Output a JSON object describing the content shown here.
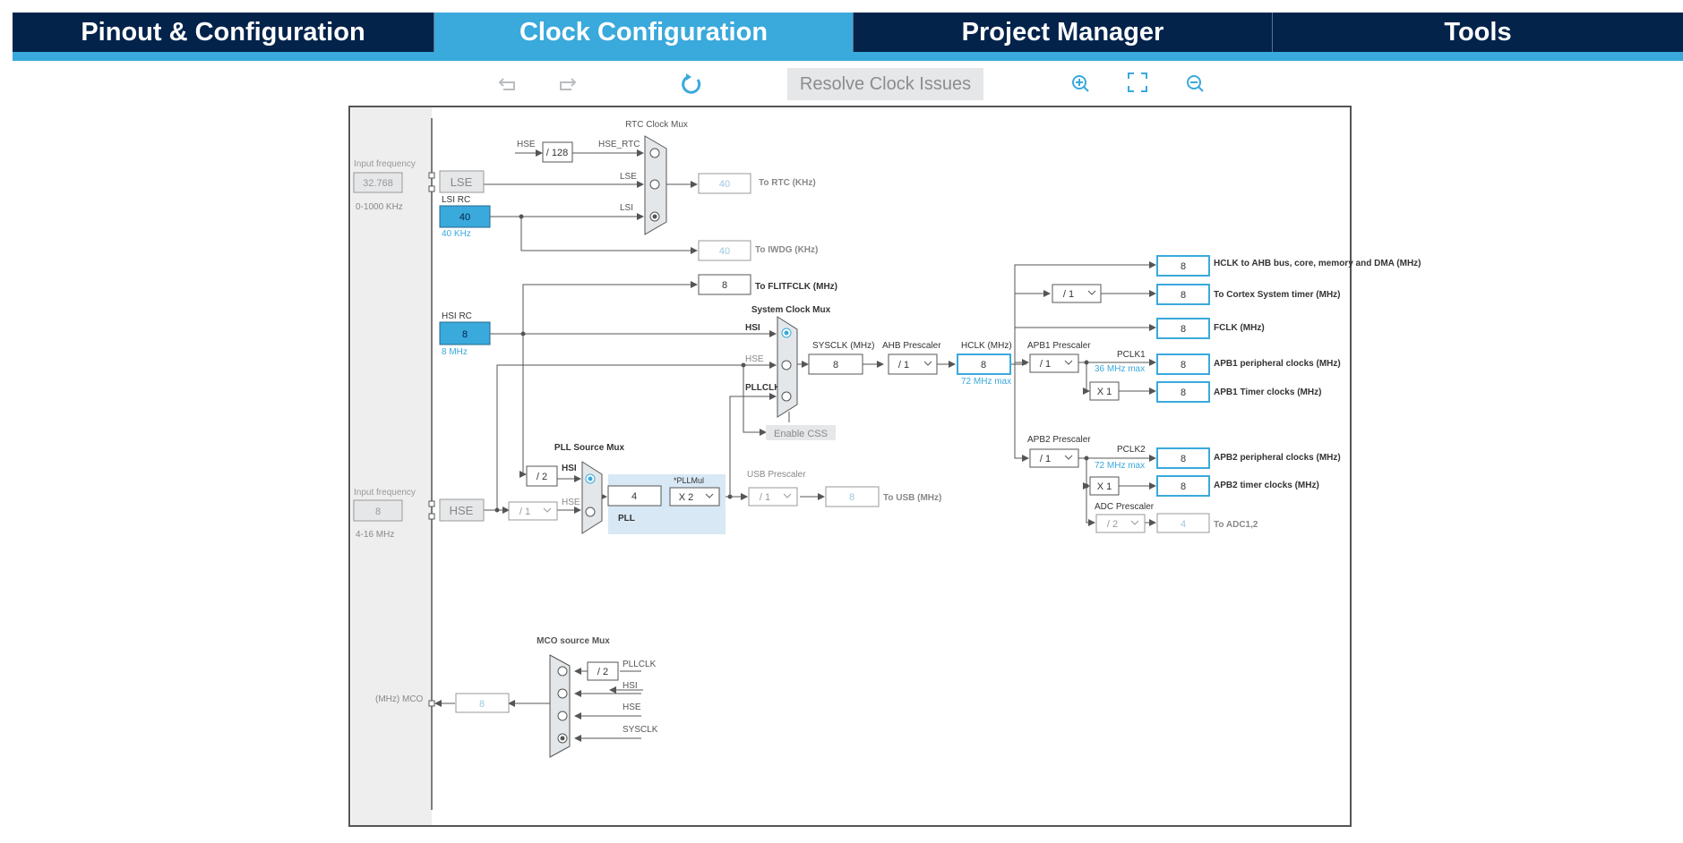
{
  "tabs": [
    {
      "label": "Pinout & Configuration"
    },
    {
      "label": "Clock Configuration"
    },
    {
      "label": "Project Manager"
    },
    {
      "label": "Tools"
    }
  ],
  "toolbar": {
    "undo_icon": "undo-icon",
    "redo_icon": "redo-icon",
    "reset_icon": "refresh-icon",
    "resolve_label": "Resolve Clock Issues",
    "zoom_in_icon": "zoom-in-icon",
    "fit_icon": "fit-screen-icon",
    "zoom_out_icon": "zoom-out-icon"
  },
  "colors": {
    "navy": "#03234b",
    "accent": "#3aa9dc",
    "disabled": "#e6e7e8"
  },
  "diagram": {
    "lse": {
      "freq_caption": "Input frequency",
      "freq_value": "32.768",
      "range": "0-1000 KHz",
      "label": "LSE"
    },
    "lsi": {
      "title": "LSI RC",
      "value": "40",
      "sub": "40 KHz"
    },
    "hsi": {
      "title": "HSI RC",
      "value": "8",
      "sub": "8 MHz"
    },
    "hse": {
      "freq_caption": "Input frequency",
      "freq_value": "8",
      "range": "4-16 MHz",
      "label": "HSE"
    },
    "rtc": {
      "title": "RTC Clock Mux",
      "hse_in": "HSE",
      "hse_div": "/ 128",
      "hse_rtc": "HSE_RTC",
      "lse_in": "LSE",
      "lsi_in": "LSI",
      "out_value": "40",
      "out_label": "To RTC (KHz)"
    },
    "iwdg": {
      "value": "40",
      "label": "To IWDG (KHz)"
    },
    "flit": {
      "value": "8",
      "label": "To FLITFCLK (MHz)"
    },
    "sysmux": {
      "title": "System Clock Mux",
      "hsi": "HSI",
      "hse": "HSE",
      "pllclk": "PLLCLK",
      "enable_css": "Enable CSS"
    },
    "sysclk": {
      "label": "SYSCLK (MHz)",
      "value": "8"
    },
    "ahb": {
      "label": "AHB Prescaler",
      "value": "/ 1"
    },
    "hclk": {
      "label": "HCLK (MHz)",
      "value": "8",
      "max": "72 MHz max"
    },
    "apb1": {
      "label": "APB1 Prescaler",
      "value": "/ 1",
      "pclk": "PCLK1",
      "max": "36 MHz max",
      "timer_mult": "X 1"
    },
    "apb2": {
      "label": "APB2 Prescaler",
      "value": "/ 1",
      "pclk": "PCLK2",
      "max": "72 MHz max",
      "timer_mult": "X 1"
    },
    "adc": {
      "label": "ADC Prescaler",
      "value": "/ 2",
      "out_value": "4",
      "out_label": "To ADC1,2"
    },
    "cortex_div": "/ 1",
    "outputs": [
      {
        "value": "8",
        "label": "HCLK to AHB bus, core, memory and DMA (MHz)"
      },
      {
        "value": "8",
        "label": "To Cortex System timer (MHz)"
      },
      {
        "value": "8",
        "label": "FCLK (MHz)"
      },
      {
        "value": "8",
        "label": "APB1 peripheral clocks (MHz)"
      },
      {
        "value": "8",
        "label": "APB1 Timer clocks (MHz)"
      },
      {
        "value": "8",
        "label": "APB2 peripheral clocks (MHz)"
      },
      {
        "value": "8",
        "label": "APB2 timer clocks (MHz)"
      }
    ],
    "pll": {
      "src_title": "PLL Source Mux",
      "hsi_div": "/ 2",
      "hsi": "HSI",
      "hse": "HSE",
      "hse_div": "/ 1",
      "value": "4",
      "mul_caption": "*PLLMul",
      "mul": "X 2",
      "label": "PLL"
    },
    "usb": {
      "title": "USB Prescaler",
      "div": "/ 1",
      "value": "8",
      "label": "To USB (MHz)"
    },
    "mco": {
      "title": "MCO source Mux",
      "div": "/ 2",
      "pllclk": "PLLCLK",
      "hsi": "HSI",
      "hse": "HSE",
      "sysclk": "SYSCLK",
      "value": "8",
      "label": "(MHz) MCO"
    }
  }
}
